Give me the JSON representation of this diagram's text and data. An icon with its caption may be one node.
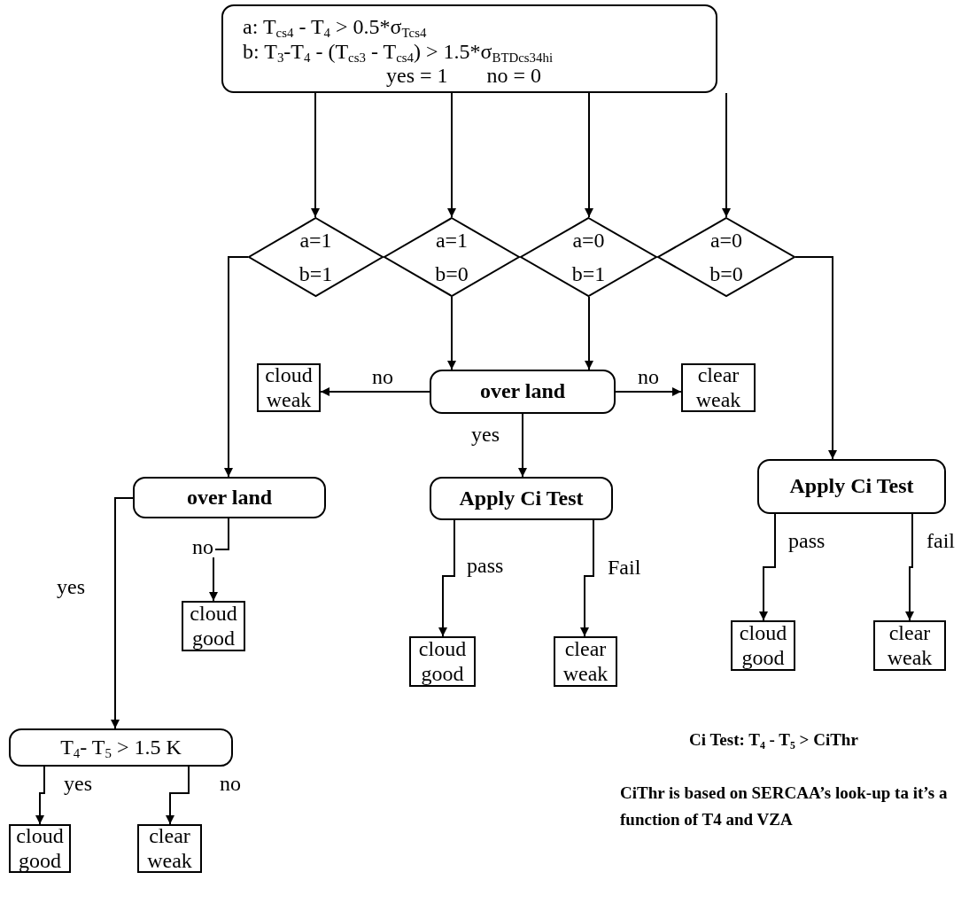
{
  "diagram": {
    "nodes": [
      {
        "text": [
          "a: T$_{cs4}$ - T$_{4}$ > 0.5*σ$_{Tcs4}$",
          "b: T$_{3}$-T$_{4}$ - (T$_{cs3}$ - T$_{cs4}$) > 1.5*σ$_{BTDcs34hi}$",
          "yes = 1",
          "no = 0"
        ]
      },
      {
        "text": [
          "a=1 b=1"
        ]
      },
      {
        "text": [
          "a=1 b=0"
        ]
      },
      {
        "text": [
          "a=0 b=1"
        ]
      },
      {
        "text": [
          "a=0 b=0"
        ]
      },
      {
        "text": [
          "cloud weak"
        ]
      },
      {
        "text": [
          "over land"
        ]
      },
      {
        "text": [
          "clear weak"
        ]
      },
      {
        "text": [
          "over land"
        ]
      },
      {
        "text": [
          "Apply Ci Test"
        ]
      },
      {
        "text": [
          "Apply Ci Test"
        ]
      },
      {
        "text": [
          "cloud good"
        ]
      },
      {
        "text": [
          "cloud good"
        ]
      },
      {
        "text": [
          "clear weak"
        ]
      },
      {
        "text": [
          "cloud good"
        ]
      },
      {
        "text": [
          "clear weak"
        ]
      },
      {
        "text": [
          "T$_{4}$- T$_{5}$ > 1.5 K"
        ]
      },
      {
        "text": [
          "cloud good"
        ]
      },
      {
        "text": [
          "clear weak"
        ]
      }
    ],
    "edges": [
      {
        "from": 0,
        "to": 1,
        "arrow": "to"
      },
      {
        "from": 0,
        "to": 2,
        "arrow": "to"
      },
      {
        "from": 0,
        "to": 3,
        "arrow": "to"
      },
      {
        "from": 0,
        "to": 4,
        "arrow": "to"
      },
      {
        "from": 2,
        "to": 6,
        "arrow": "to"
      },
      {
        "from": 3,
        "to": 6,
        "arrow": "to"
      },
      {
        "from": 6,
        "to": 5,
        "arrow": "to",
        "label": "no"
      },
      {
        "from": 6,
        "to": 7,
        "arrow": "to",
        "label": "no"
      },
      {
        "from": 6,
        "to": 9,
        "arrow": "to",
        "label": "yes"
      },
      {
        "from": 1,
        "to": 8,
        "arrow": "to"
      },
      {
        "from": 4,
        "to": 10,
        "arrow": "to"
      },
      {
        "from": 8,
        "to": 11,
        "arrow": "to",
        "label": "no"
      },
      {
        "from": 8,
        "to": 16,
        "arrow": "to",
        "label": "yes"
      },
      {
        "from": 9,
        "to": 12,
        "arrow": "to",
        "label": "pass"
      },
      {
        "from": 9,
        "to": 13,
        "arrow": "to",
        "label": "Fail"
      },
      {
        "from": 10,
        "to": 14,
        "arrow": "to",
        "label": "pass"
      },
      {
        "from": 10,
        "to": 15,
        "arrow": "to",
        "label": "fail"
      },
      {
        "from": 16,
        "to": 17,
        "arrow": "to",
        "label": "yes"
      },
      {
        "from": 16,
        "to": 18,
        "arrow": "to",
        "label": "no"
      }
    ],
    "labels": [
      "Ci Test:  T$_{4}$ - T$_{5}$ > CiThr",
      "CiThr is based on SERCAA’s look-up ta it’s a function of T4 and VZA"
    ]
  }
}
